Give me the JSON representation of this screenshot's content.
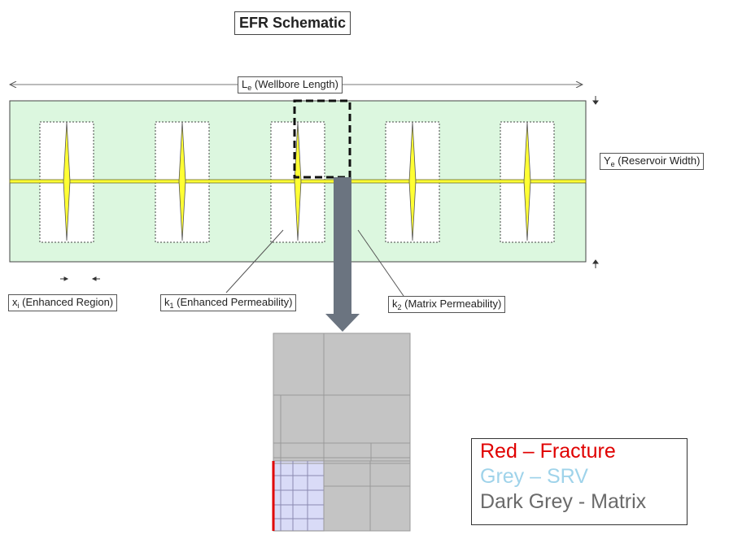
{
  "title": "EFR Schematic",
  "labels": {
    "wellbore_length": {
      "main": "L",
      "sub": "e",
      "rest": " (Wellbore Length)"
    },
    "reservoir_width": {
      "main": "Y",
      "sub": "e",
      "rest": " (Reservoir Width)"
    },
    "enhanced_region": {
      "main": "x",
      "sub": "i",
      "rest": " (Enhanced Region)"
    },
    "enhanced_perm": {
      "main": "k",
      "sub": "1",
      "rest": " (Enhanced Permeability)"
    },
    "matrix_perm": {
      "main": "k",
      "sub": "2",
      "rest": " (Matrix Permeability)"
    }
  },
  "legend": {
    "fracture": {
      "text": "Red – Fracture",
      "color": "#e00000"
    },
    "srv": {
      "text": "Grey – SRV",
      "color": "#9fd3ea"
    },
    "matrix": {
      "text": "Dark Grey - Matrix",
      "color": "#6a6a6a"
    }
  },
  "colors": {
    "reservoir_fill": "#dcf7df",
    "fracture_yellow": "#ffff33",
    "arrow_grey": "#6b7480",
    "grid_grey": "#c4c4c4",
    "srv_fill": "#d9dbf7",
    "fracture_red": "#e00000"
  }
}
